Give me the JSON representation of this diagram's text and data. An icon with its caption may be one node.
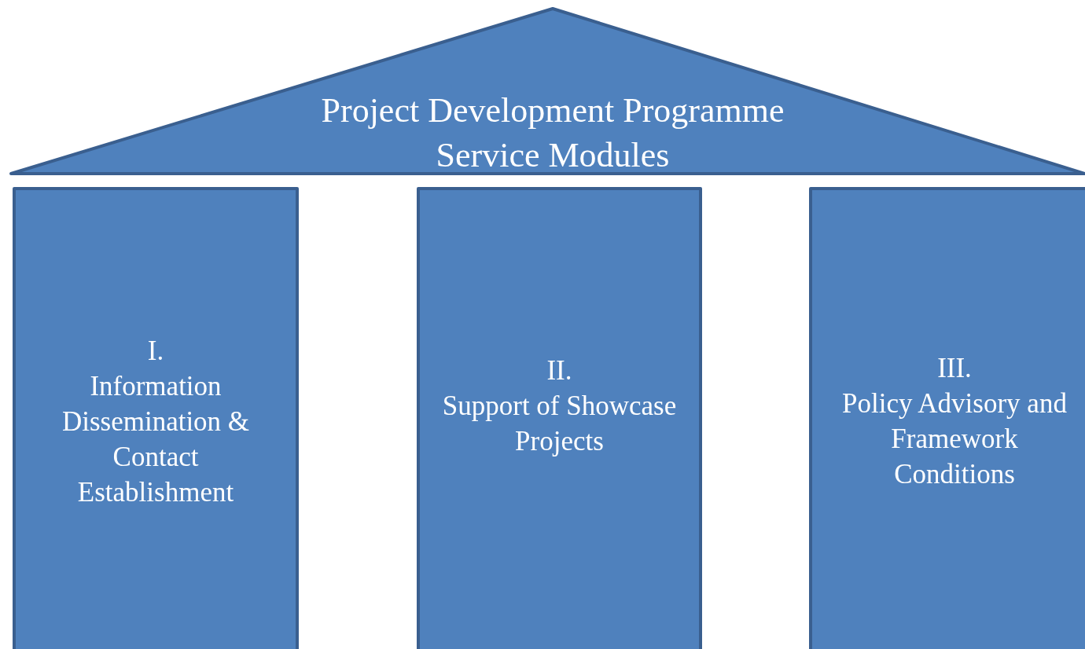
{
  "diagram": {
    "nodes": [
      {
        "text": [
          "Project Development Programme Service Modules"
        ]
      },
      {
        "text": [
          "I.",
          "Information Dissemination & Contact Establishment"
        ]
      },
      {
        "text": [
          "II.",
          "Support of Showcase Projects"
        ]
      },
      {
        "text": [
          "III.",
          "Policy Advisory and Framework Conditions"
        ]
      }
    ]
  }
}
